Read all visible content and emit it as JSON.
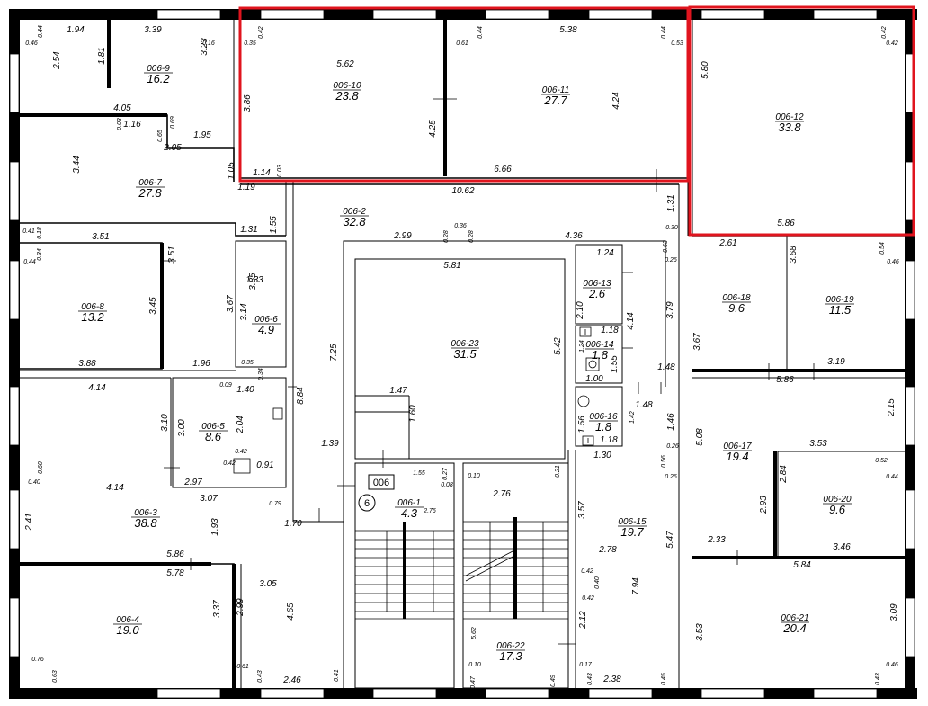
{
  "plan": {
    "stair_label": "006",
    "stair_number": "6",
    "highlight_color": "#e0141e",
    "rooms": [
      {
        "id": "006-1",
        "area": "4.3"
      },
      {
        "id": "006-2",
        "area": "32.8"
      },
      {
        "id": "006-3",
        "area": "38.8"
      },
      {
        "id": "006-4",
        "area": "19.0"
      },
      {
        "id": "006-5",
        "area": "8.6"
      },
      {
        "id": "006-6",
        "area": "4.9"
      },
      {
        "id": "006-7",
        "area": "27.8"
      },
      {
        "id": "006-8",
        "area": "13.2"
      },
      {
        "id": "006-9",
        "area": "16.2"
      },
      {
        "id": "006-10",
        "area": "23.8"
      },
      {
        "id": "006-11",
        "area": "27.7"
      },
      {
        "id": "006-12",
        "area": "33.8"
      },
      {
        "id": "006-13",
        "area": "2.6"
      },
      {
        "id": "006-14",
        "area": "1.8"
      },
      {
        "id": "006-15",
        "area": "19.7"
      },
      {
        "id": "006-16",
        "area": "1.8"
      },
      {
        "id": "006-17",
        "area": "19.4"
      },
      {
        "id": "006-18",
        "area": "9.6"
      },
      {
        "id": "006-19",
        "area": "11.5"
      },
      {
        "id": "006-20",
        "area": "9.6"
      },
      {
        "id": "006-21",
        "area": "20.4"
      },
      {
        "id": "006-22",
        "area": "17.3"
      },
      {
        "id": "006-23",
        "area": "31.5"
      }
    ],
    "dims": [
      "0.44",
      "1.94",
      "3.39",
      "3.23",
      "0.16",
      "0.35",
      "0.42",
      "0.46",
      "2.54",
      "1.81",
      "5.62",
      "0.61",
      "0.44",
      "5.38",
      "0.44",
      "0.53",
      "0.42",
      "0.42",
      "5.80",
      "3.86",
      "4.25",
      "4.24",
      "4.05",
      "1.16",
      "0.69",
      "0.65",
      "0.03",
      "1.95",
      "2.05",
      "3.44",
      "1.05",
      "1.14",
      "0.03",
      "6.66",
      "1.19",
      "5.86",
      "10.62",
      "1.31",
      "1.55",
      "1.31",
      "0.41",
      "0.18",
      "0.30",
      "2.61",
      "3.68",
      "0.54",
      "2.99",
      "0.28",
      "0.36",
      "0.28",
      "4.36",
      "0.63",
      "0.26",
      "0.46",
      "3.51",
      "3.51",
      "0.44",
      "0.34",
      "5.81",
      "1.24",
      "3.85",
      "1.33",
      "3.67",
      "3.14",
      "2.10",
      "3.79",
      "4.14",
      "5.42",
      "1.18",
      "3.45",
      "7.25",
      "3.67",
      "1.48",
      "3.88",
      "1.96",
      "0.35",
      "0.34",
      "1.24",
      "1.55",
      "1.00",
      "5.86",
      "3.19",
      "4.14",
      "3.10",
      "0.09",
      "1.40",
      "8.84",
      "1.47",
      "1.60",
      "1.48",
      "1.42",
      "1.56",
      "1.46",
      "2.15",
      "5.08",
      "3.00",
      "2.04",
      "1.39",
      "1.18",
      "0.26",
      "3.53",
      "0.60",
      "0.40",
      "0.42",
      "0.42",
      "0.91",
      "1.55",
      "0.27",
      "0.10",
      "0.08",
      "0.21",
      "1.30",
      "0.56",
      "0.26",
      "0.52",
      "0.44",
      "2.84",
      "2.97",
      "2.76",
      "2.76",
      "2.93",
      "4.14",
      "3.07",
      "0.79",
      "1.70",
      "3.57",
      "5.47",
      "2.41",
      "1.93",
      "2.33",
      "3.46",
      "5.86",
      "5.78",
      "3.05",
      "2.78",
      "0.42",
      "5.84",
      "0.40",
      "4.65",
      "7.94",
      "0.42",
      "3.37",
      "2.99",
      "2.12",
      "5.62",
      "3.53",
      "3.09",
      "0.76",
      "0.61",
      "0.10",
      "0.17",
      "0.63",
      "0.43",
      "2.46",
      "0.41",
      "0.47",
      "0.49",
      "0.43",
      "2.38",
      "0.45",
      "0.43",
      "0.46"
    ]
  }
}
